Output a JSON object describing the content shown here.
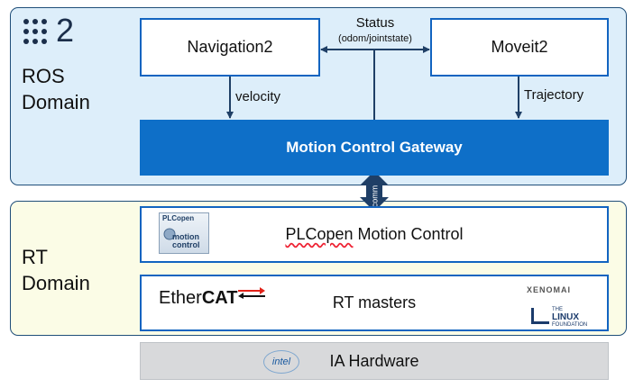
{
  "ros_domain": {
    "logo_number": "2",
    "label_line1": "ROS",
    "label_line2": "Domain"
  },
  "rt_domain": {
    "label_line1": "RT",
    "label_line2": "Domain"
  },
  "nodes": {
    "navigation2": "Navigation2",
    "moveit2": "Moveit2",
    "motion_control_gateway": "Motion Control Gateway",
    "plcopen": "PLCopen Motion Control",
    "rt_masters": "RT masters",
    "ia_hardware": "IA Hardware"
  },
  "edges": {
    "status": "Status",
    "status_sub": "(odom/jointstate)",
    "velocity": "velocity",
    "trajectory": "Trajectory",
    "comm": "comm"
  },
  "logos": {
    "plcopen_top": "PLCopen",
    "plcopen_bottom_1": "motion",
    "plcopen_bottom_2": "control",
    "ethercat_a": "Ether",
    "ethercat_b": "CAT",
    "xenomai": "XENOMAI",
    "linux_the": "THE",
    "linux_name": "LINUX",
    "linux_foundation": "FOUNDATION",
    "intel": "intel"
  },
  "colors": {
    "accent_blue": "#0e6fc8",
    "dark_blue": "#1f4e79",
    "ros_bg": "#ddeefa",
    "rt_bg": "#fbfce6",
    "hw_bg": "#d8d9db"
  }
}
